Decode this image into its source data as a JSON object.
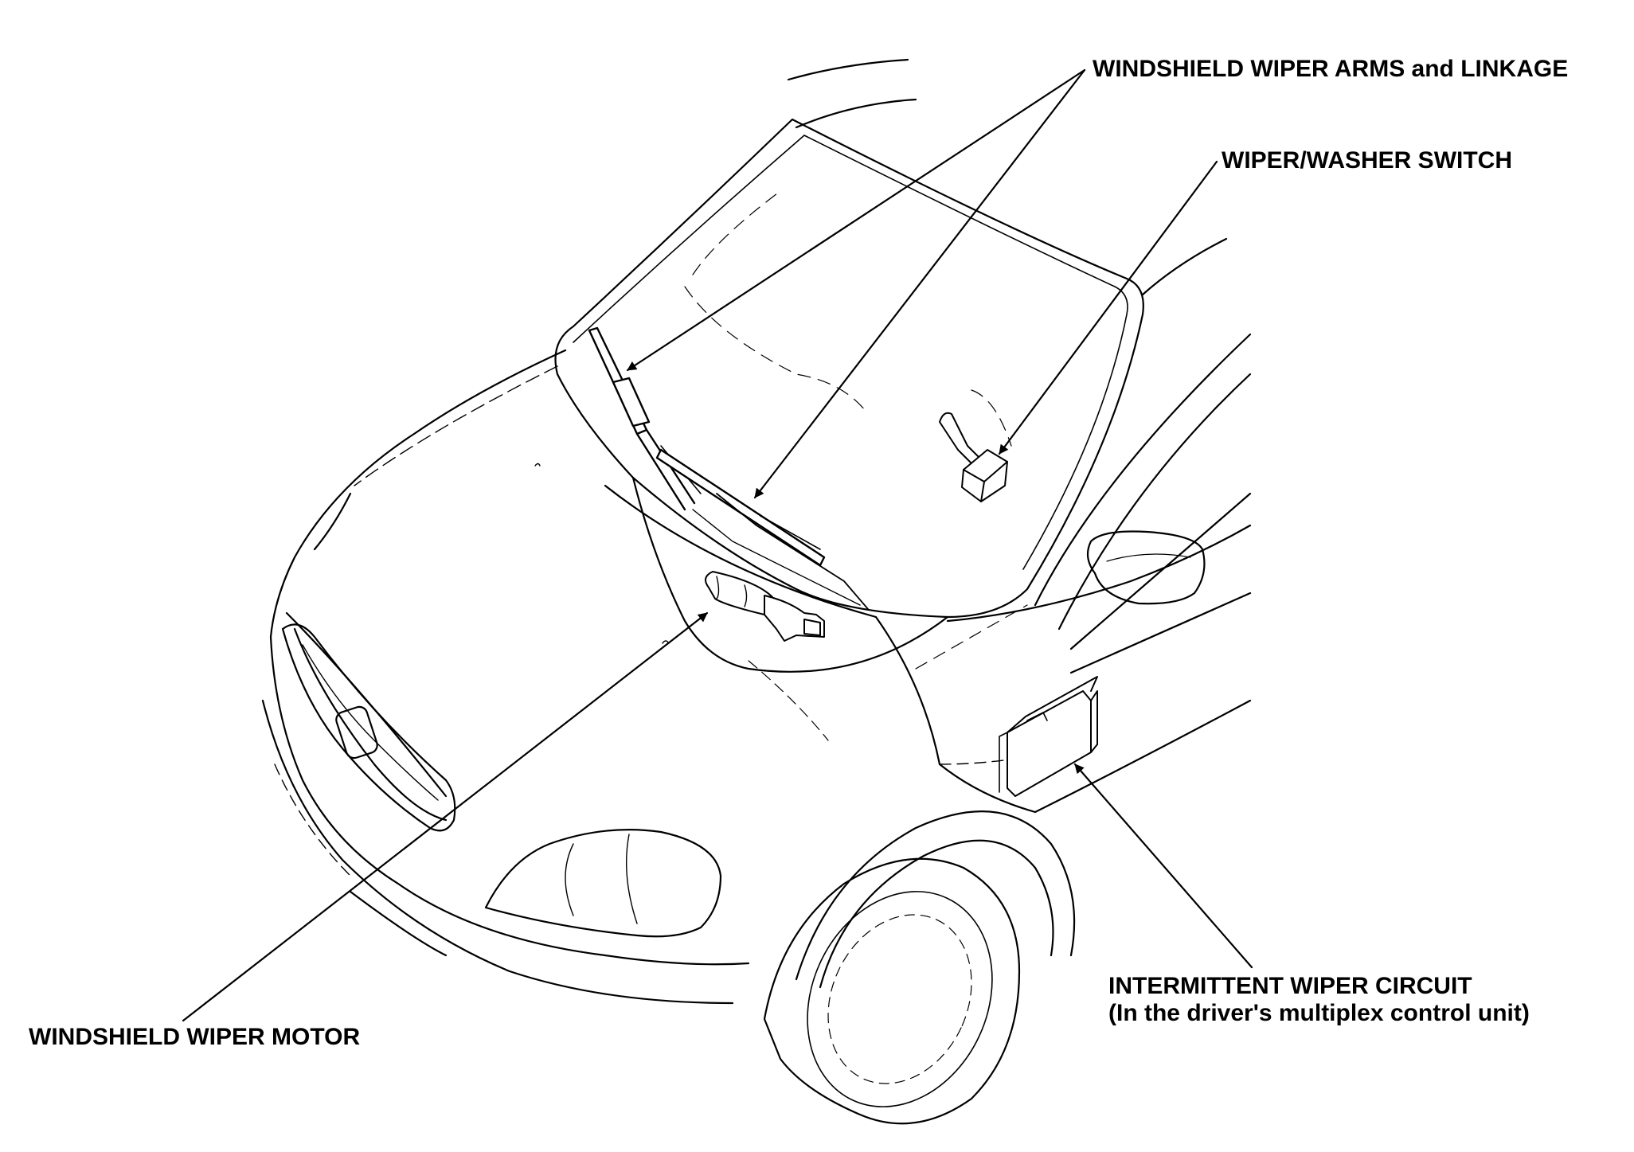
{
  "callouts": {
    "wiper_arms": "WINDSHIELD WIPER ARMS and LINKAGE",
    "washer_switch": "WIPER/WASHER SWITCH",
    "wiper_motor": "WINDSHIELD WIPER MOTOR",
    "intermittent_circuit": "INTERMITTENT WIPER CIRCUIT",
    "intermittent_circuit_note": "(In the driver's multiplex control unit)"
  },
  "illustration": {
    "subject": "car-front-three-quarter-top-view",
    "line_color": "#000000",
    "background_color": "#ffffff"
  }
}
